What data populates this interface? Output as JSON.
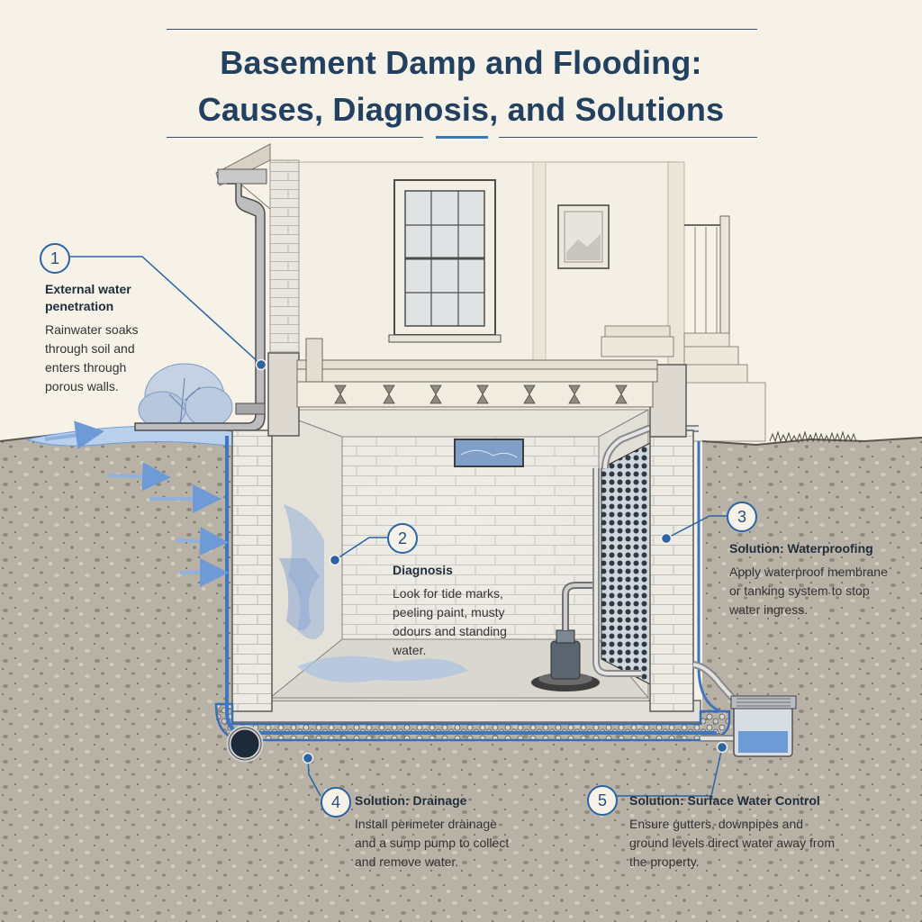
{
  "title": {
    "line1": "Basement Damp and Flooding:",
    "line2": "Causes, Diagnosis, and Solutions"
  },
  "colors": {
    "title": "#22405f",
    "accent": "#2c63a5",
    "water": "#5b87c6",
    "paper": "#f6f2e8",
    "soil": "#a39d92"
  },
  "callouts": [
    {
      "number": "1",
      "heading": "External water penetration",
      "body": "Rainwater soaks through soil and enters through porous walls."
    },
    {
      "number": "2",
      "heading": "Diagnosis",
      "body": "Look for tide marks, peeling paint, musty odours and standing water."
    },
    {
      "number": "3",
      "heading": "Solution: Waterproofing",
      "body": "Apply waterproof membrane or tanking system to stop water ingress."
    },
    {
      "number": "4",
      "heading": "Solution: Drainage",
      "body": "Install perimeter drainage and a sump pump to collect and remove water."
    },
    {
      "number": "5",
      "heading": "Solution: Surface Water Control",
      "body": "Ensure gutters, downpipes and ground levels direct water away from the property."
    }
  ]
}
